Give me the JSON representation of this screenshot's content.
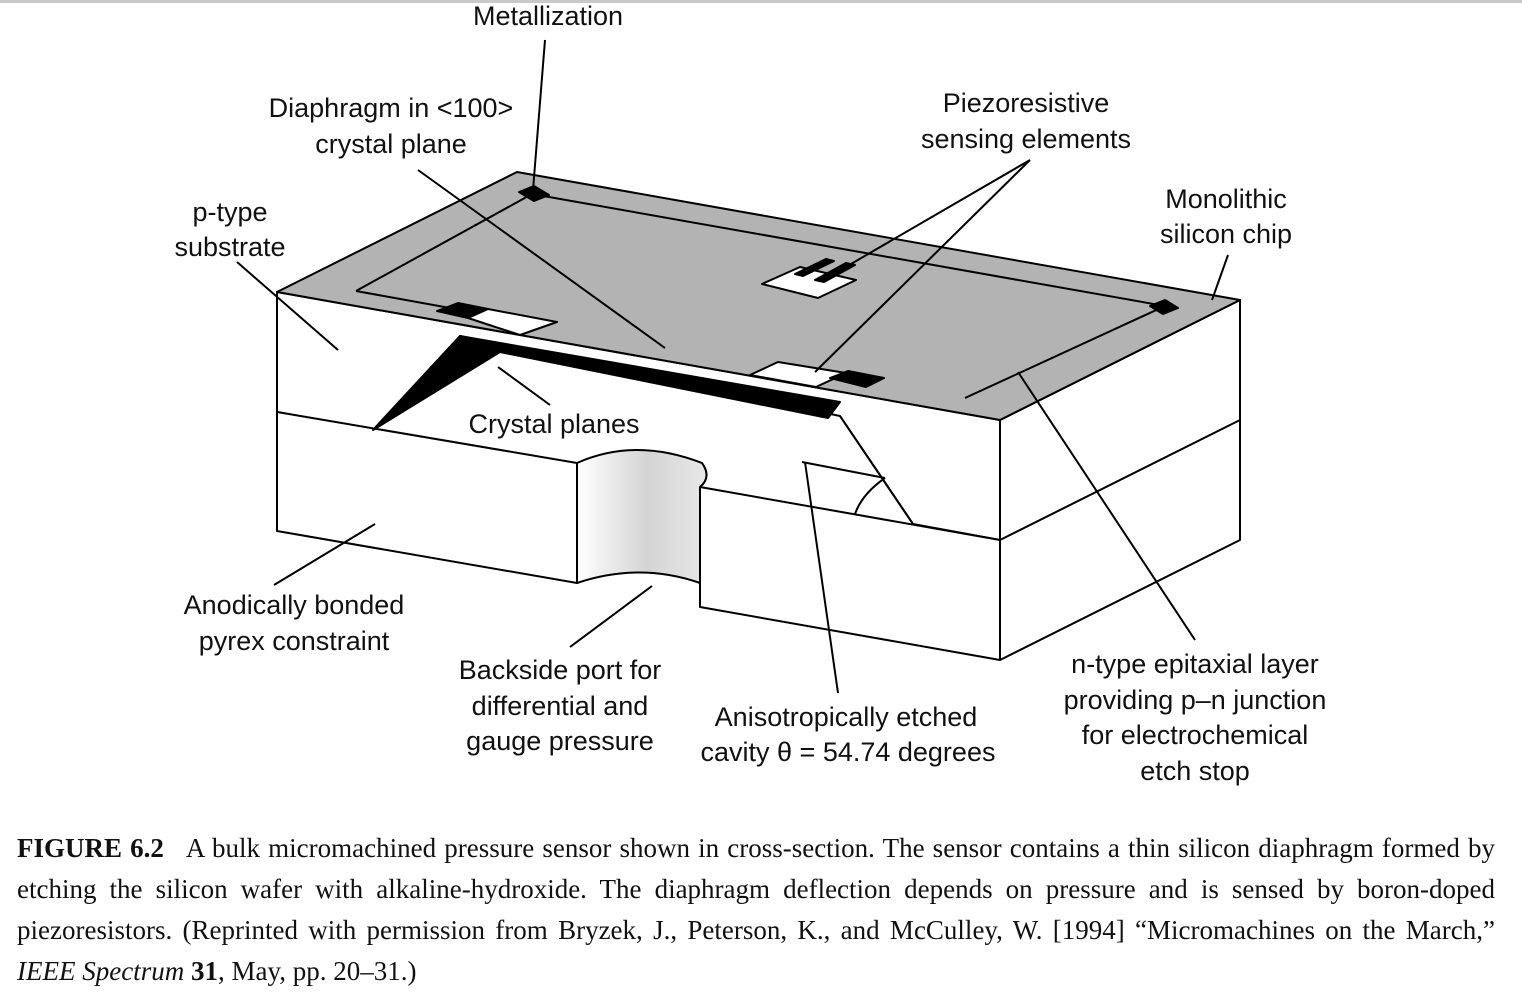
{
  "labels": {
    "metallization": "Metallization",
    "diaphragm_1": "Diaphragm in <100>",
    "diaphragm_2": "crystal plane",
    "piezo_1": "Piezoresistive",
    "piezo_2": "sensing elements",
    "ptype_1": "p-type",
    "ptype_2": "substrate",
    "mono_1": "Monolithic",
    "mono_2": "silicon chip",
    "crystal_planes": "Crystal planes",
    "anodic_1": "Anodically bonded",
    "anodic_2": "pyrex constraint",
    "backside_1": "Backside port for",
    "backside_2": "differential and",
    "backside_3": "gauge pressure",
    "aniso_1": "Anisotropically etched",
    "aniso_2": "cavity θ = 54.74 degrees",
    "ntype_1": "n-type epitaxial layer",
    "ntype_2": "providing p–n junction",
    "ntype_3": "for electrochemical",
    "ntype_4": "etch stop"
  },
  "caption": {
    "figure_label": "FIGURE 6.2",
    "text_before": "A bulk micromachined pressure sensor shown in cross-section. The sensor contains a thin silicon diaphragm formed by etching the silicon wafer with alkaline-hydroxide. The diaphragm deflection depends on pressure and is sensed by boron-doped piezoresistors. (Reprinted with permission from Bryzek, J., Peterson, K., and McCulley, W. [1994] “Micromachines on the March,” ",
    "journal": "IEEE Spectrum",
    "volume": "31",
    "text_after": ", May, pp. 20–31.)"
  },
  "colors": {
    "top_surface": "#b3b3b3",
    "ink": "#000000",
    "background": "#ffffff"
  }
}
